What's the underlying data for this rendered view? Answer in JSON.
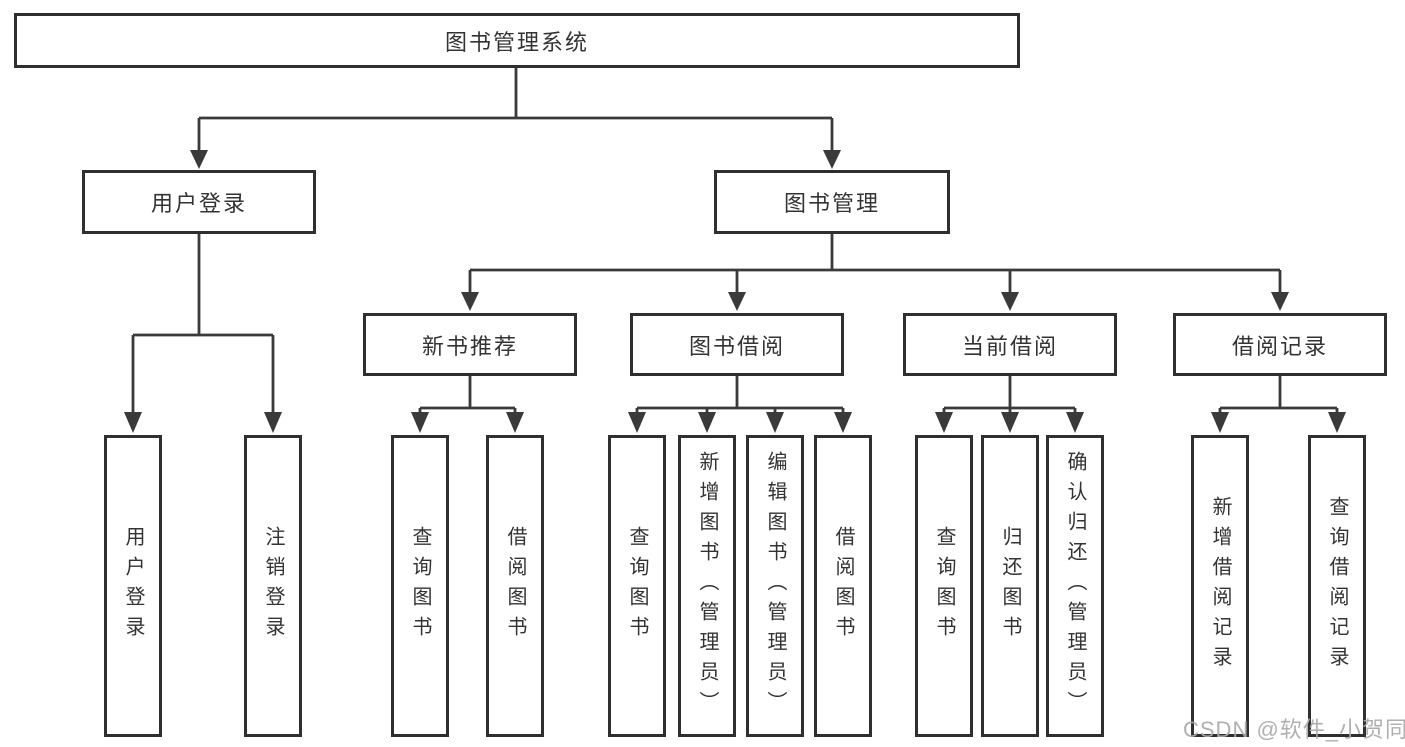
{
  "tree": {
    "root": {
      "label": "图书管理系统"
    },
    "branches": [
      {
        "label": "用户登录",
        "children": [
          {
            "label": "用户登录"
          },
          {
            "label": "注销登录"
          }
        ]
      },
      {
        "label": "图书管理",
        "children": [
          {
            "label": "新书推荐",
            "children": [
              {
                "label": "查询图书"
              },
              {
                "label": "借阅图书"
              }
            ]
          },
          {
            "label": "图书借阅",
            "children": [
              {
                "label": "查询图书"
              },
              {
                "label": "新增图书（管理员）"
              },
              {
                "label": "编辑图书（管理员）"
              },
              {
                "label": "借阅图书"
              }
            ]
          },
          {
            "label": "当前借阅",
            "children": [
              {
                "label": "查询图书"
              },
              {
                "label": "归还图书"
              },
              {
                "label": "确认归还（管理员）"
              }
            ]
          },
          {
            "label": "借阅记录",
            "children": [
              {
                "label": "新增借阅记录"
              },
              {
                "label": "查询借阅记录"
              }
            ]
          }
        ]
      }
    ]
  },
  "watermark": "CSDN @软件_小贺同学",
  "colors": {
    "line": "#3a3a3a",
    "border": "#2f2f2f",
    "text": "#333333",
    "watermark": "#aaaaaa",
    "background": "#ffffff"
  }
}
